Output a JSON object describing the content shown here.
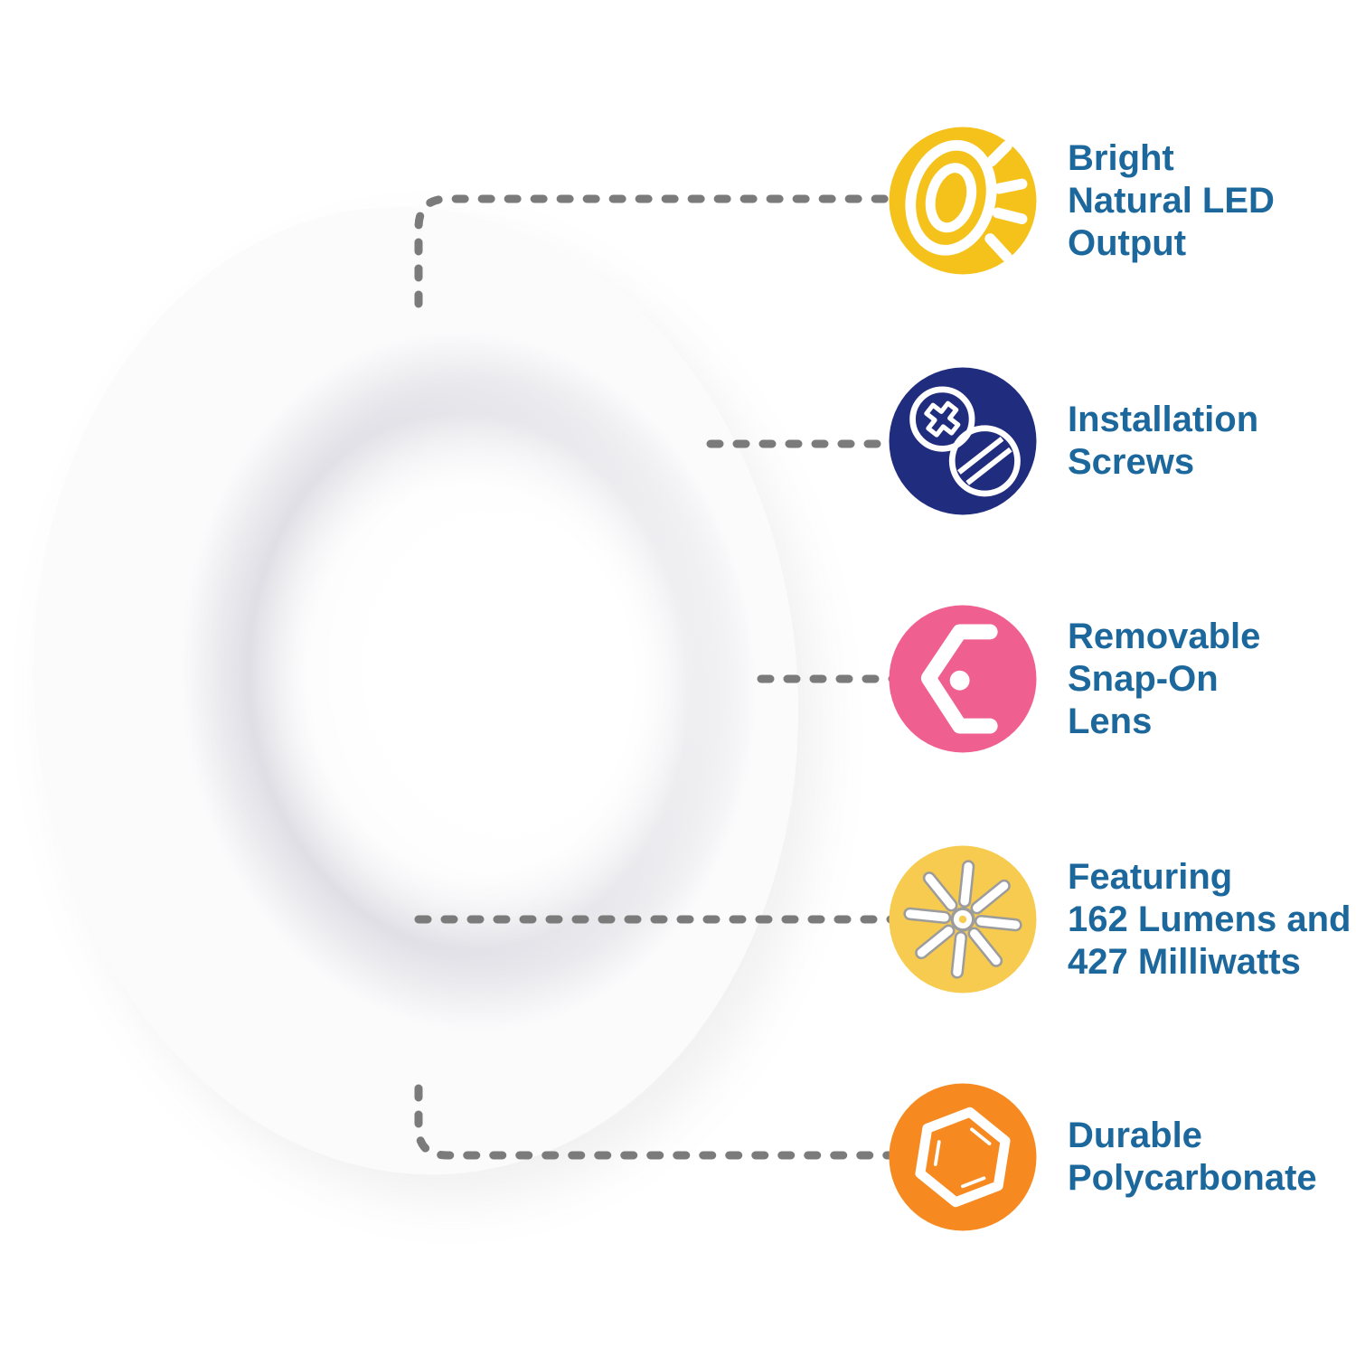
{
  "canvas": {
    "background_color": "#ffffff"
  },
  "product": {
    "description": "White round LED puck light with glowing lens"
  },
  "connectors": {
    "color": "#7b7b7b"
  },
  "label_color": "#1c689c",
  "features": [
    {
      "icon": "led-glow-icon",
      "icon_color": "#F5C21B",
      "lines": [
        "Bright",
        "Natural LED",
        "Output"
      ]
    },
    {
      "icon": "screws-icon",
      "icon_color": "#202C7D",
      "lines": [
        "Installation",
        "Screws"
      ]
    },
    {
      "icon": "snap-on-lens-icon",
      "icon_color": "#EF5F90",
      "lines": [
        "Removable",
        "Snap-On",
        "Lens"
      ]
    },
    {
      "icon": "starburst-icon",
      "icon_color": "#F6CB4F",
      "lines": [
        "Featuring",
        "162 Lumens and",
        "427 Milliwatts"
      ]
    },
    {
      "icon": "polycarbonate-hexagon-icon",
      "icon_color": "#F6891F",
      "lines": [
        "Durable",
        "Polycarbonate"
      ]
    }
  ]
}
